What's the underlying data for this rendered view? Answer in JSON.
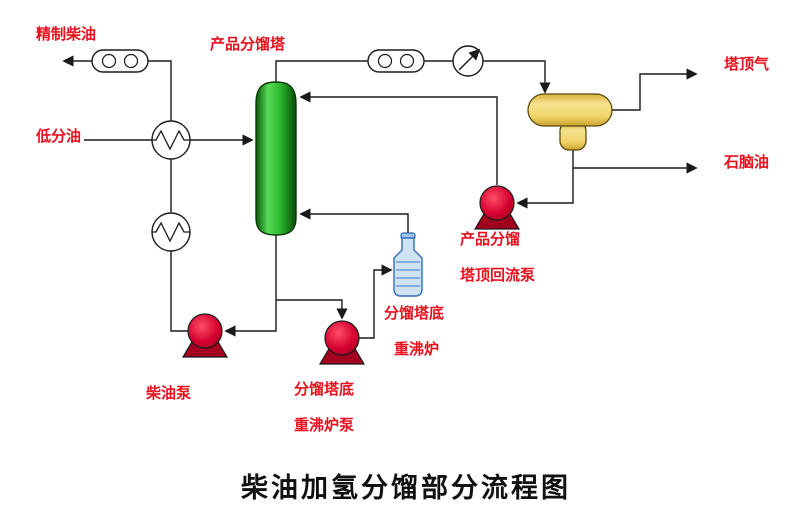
{
  "diagram": {
    "title": "柴油加氢分馏部分流程图",
    "labels": {
      "refined_diesel": "精制柴油",
      "product_fractionator": "产品分馏塔",
      "overhead_gas": "塔顶气",
      "low_pressure_oil": "低分油",
      "naphtha": "石脑油",
      "reflux_pump_line1": "产品分馏",
      "reflux_pump_line2": "塔顶回流泵",
      "furnace_line1": "分馏塔底",
      "furnace_line2": "重沸炉",
      "diesel_pump": "柴油泵",
      "reboiler_pump_line1": "分馏塔底",
      "reboiler_pump_line2": "重沸炉泵"
    },
    "colors": {
      "label_red": "#e8101c",
      "title_black": "#111111",
      "tower_green": "#2eb82e",
      "drum_yellow": "#f2d469",
      "pump_red": "#d4002f",
      "furnace_blue": "#cfe3f5",
      "pipe": "#1a1a1a"
    }
  }
}
